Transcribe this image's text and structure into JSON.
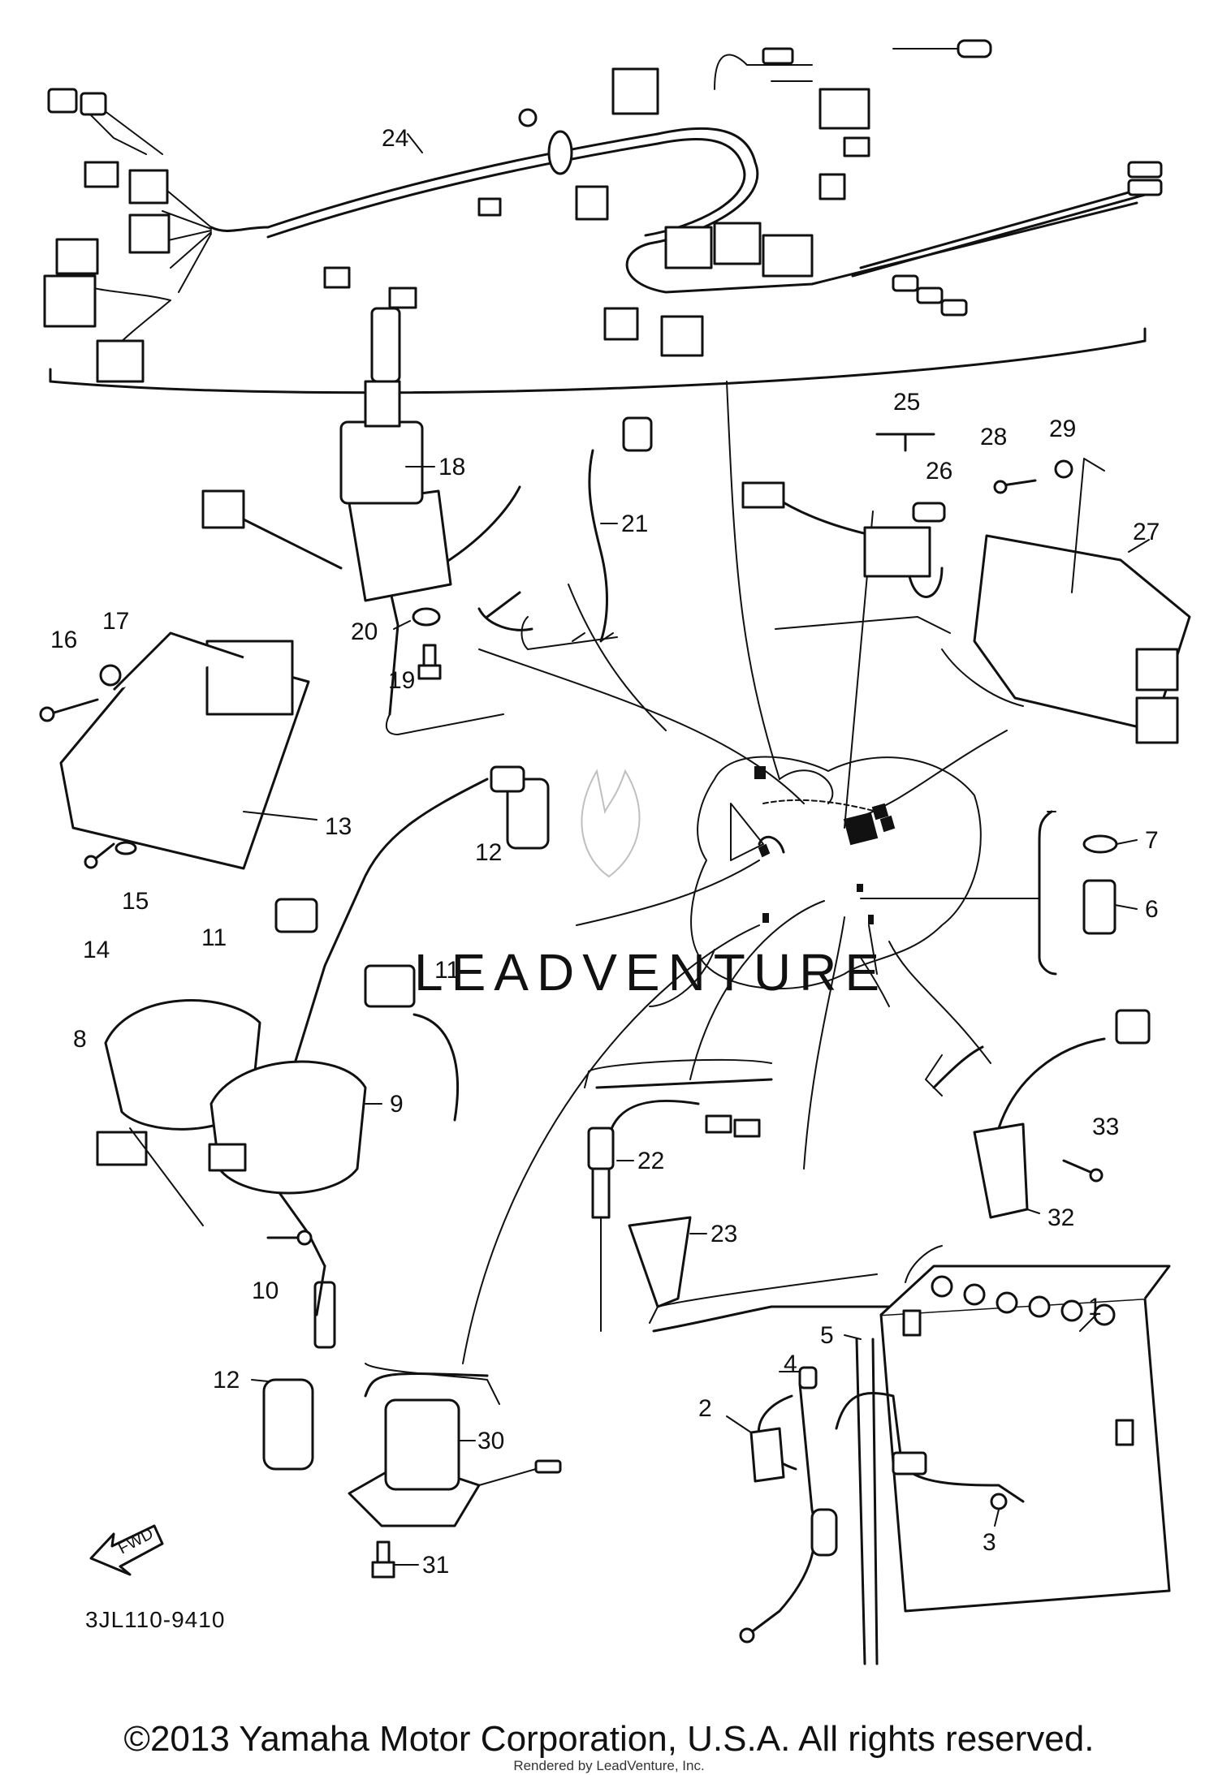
{
  "callouts": [
    "1",
    "2",
    "3",
    "4",
    "5",
    "6",
    "7",
    "8",
    "9",
    "10",
    "11",
    "11",
    "12",
    "12",
    "13",
    "14",
    "15",
    "16",
    "17",
    "18",
    "19",
    "20",
    "21",
    "22",
    "23",
    "24",
    "25",
    "26",
    "27",
    "28",
    "29",
    "30",
    "31",
    "32",
    "33"
  ],
  "fwd_label": "FWD",
  "diagram_code": "3JL110-9410",
  "watermark": "LEADVENTURE",
  "copyright": "©2013 Yamaha Motor Corporation, U.S.A. All rights reserved.",
  "rendered_by": "Rendered by LeadVenture, Inc."
}
